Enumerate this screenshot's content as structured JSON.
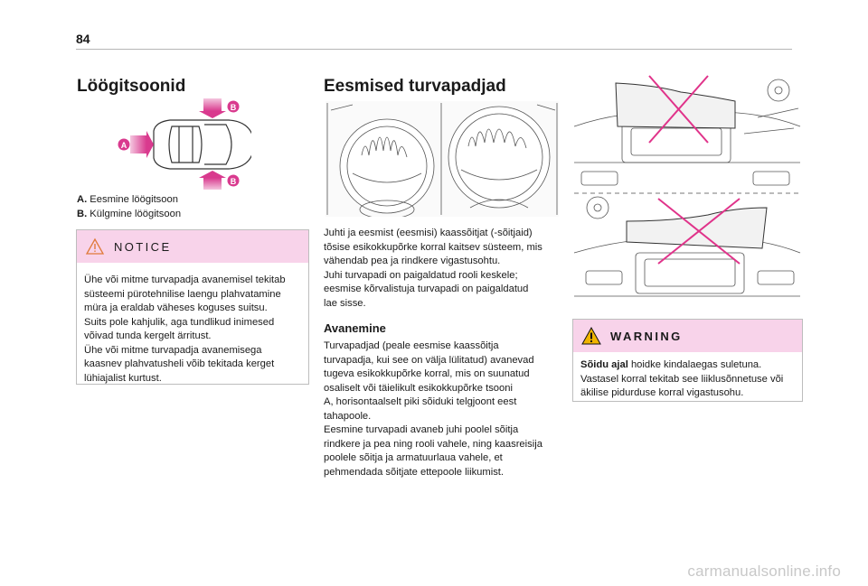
{
  "page": {
    "number": "84",
    "watermark": "carmanualsonline.info"
  },
  "left": {
    "title": "Löögitsoonid",
    "figure_labels": {
      "a": "A",
      "b": "B"
    },
    "items": [
      {
        "key": "A.",
        "text": "Eesmine löögitsoon"
      },
      {
        "key": "B.",
        "text": "Külgmine löögitsoon"
      }
    ],
    "notice": {
      "title": "NOTICE",
      "lines": [
        "Ühe või mitme turvapadja avanemisel tekitab",
        "süsteemi pürotehnilise laengu plahvatamine",
        "müra ja eraldab väheses koguses suitsu.",
        "Suits pole kahjulik, aga tundlikud inimesed",
        "võivad tunda kergelt ärritust.",
        "Ühe või mitme turvapadja avanemisega",
        "kaasnev plahvatusheli võib tekitada kerget",
        "lühiajalist kurtust."
      ]
    }
  },
  "middle": {
    "title": "Eesmised turvapadjad",
    "intro_lines": [
      "Juhti ja eesmist (eesmisi) kaassõitjat (-sõitjaid)",
      "tõsise esikokkupõrke korral kaitsev süsteem, mis",
      "vähendab pea ja rindkere vigastusohtu.",
      "Juhi turvapadi on paigaldatud rooli keskele;",
      "eesmise kõrvalistuja turvapadi on paigaldatud",
      "lae sisse."
    ],
    "subheading": "Avanemine",
    "body_lines": [
      "Turvapadjad (peale eesmise kaassõitja",
      "turvapadja, kui see on välja lülitatud) avanevad",
      "tugeva esikokkupõrke korral, mis on suunatud",
      "osaliselt või täielikult esikokkupõrke tsooni",
      "A, horisontaalselt piki sõiduki telgjoont eest",
      "tahapoole.",
      "Eesmine turvapadi avaneb juhi poolel sõitja",
      "rindkere ja pea ning rooli vahele, ning kaasreisija",
      "poolele sõitja ja armatuurlaua vahele, et",
      "pehmendada sõitjate ettepoole liikumist."
    ]
  },
  "right": {
    "warning": {
      "title": "WARNING",
      "bold_lead": "Sõidu ajal",
      "text_first": " hoidke kindalaegas suletuna.",
      "lines": [
        "Vastasel korral tekitab see liiklusõnnetuse või",
        "äkilise pidurduse korral vigastusohu."
      ]
    }
  },
  "colors": {
    "accent": "#e0338a",
    "box_head": "#f8d3ea",
    "arrow": "#d93a8e"
  }
}
